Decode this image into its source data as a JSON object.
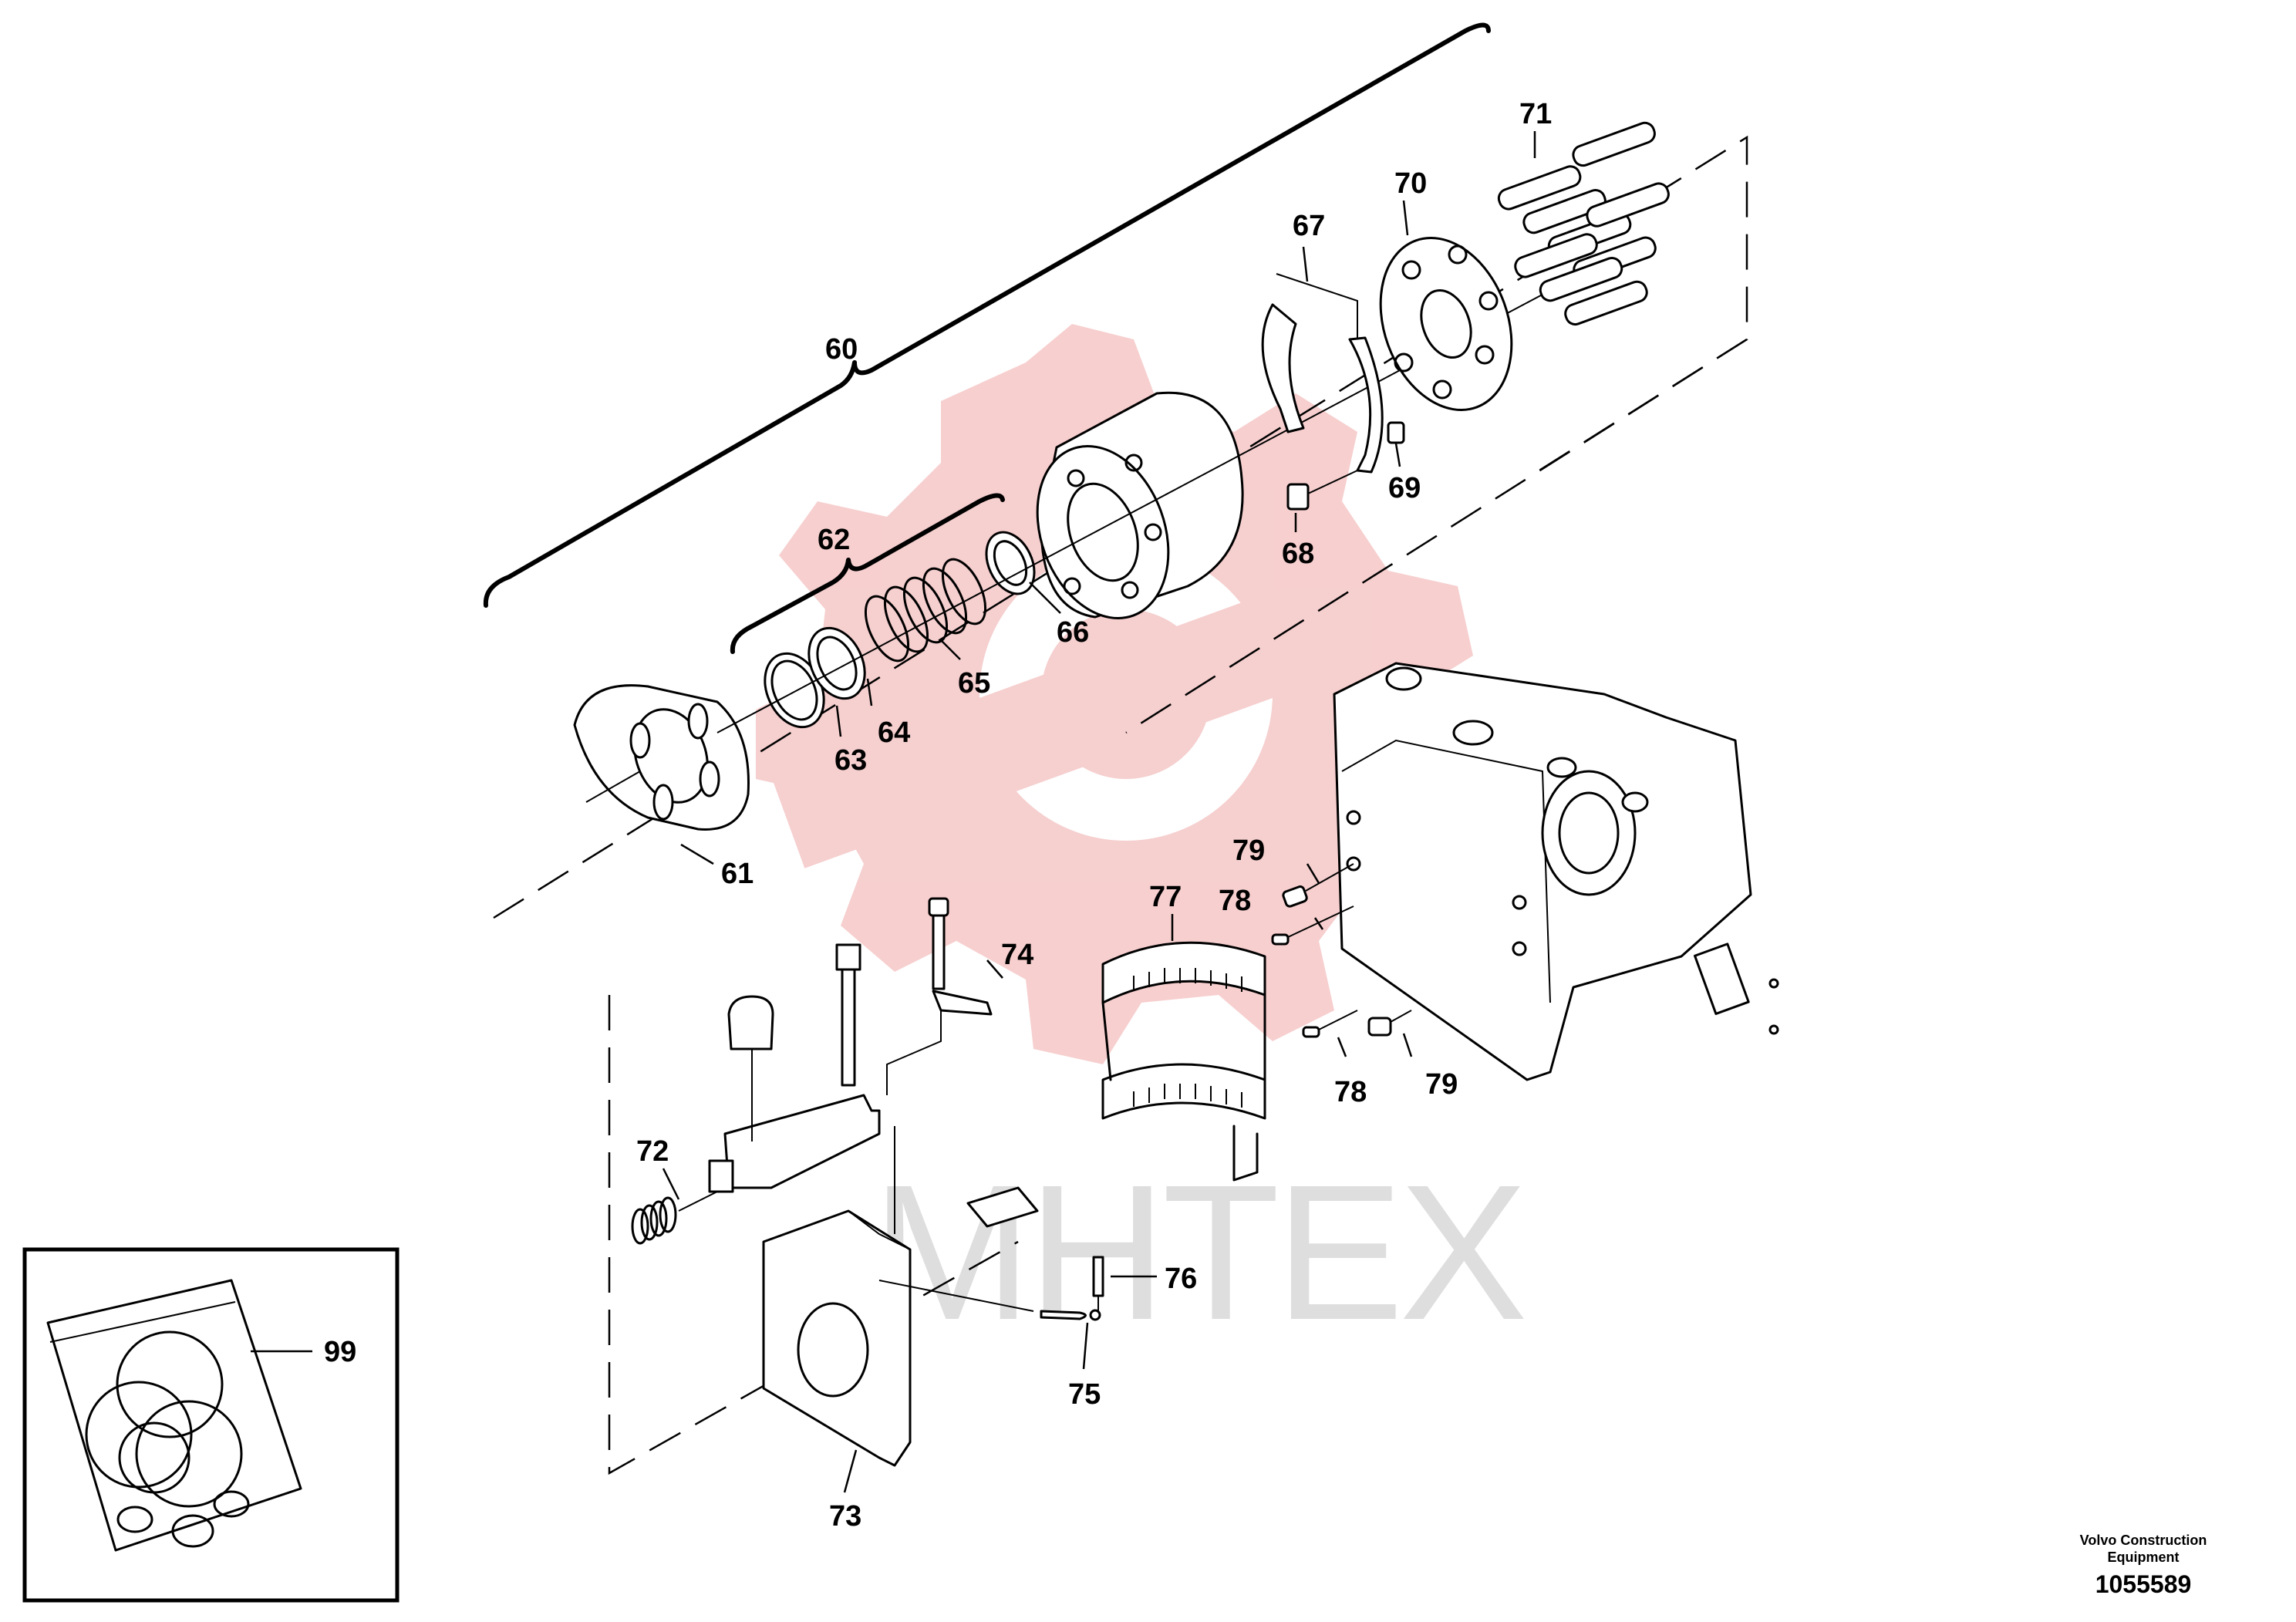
{
  "callouts": {
    "c60": "60",
    "c61": "61",
    "c62": "62",
    "c63": "63",
    "c64": "64",
    "c65": "65",
    "c66": "66",
    "c67": "67",
    "c68": "68",
    "c69": "69",
    "c70": "70",
    "c71": "71",
    "c72": "72",
    "c73": "73",
    "c74": "74",
    "c75": "75",
    "c76": "76",
    "c77": "77",
    "c78a": "78",
    "c78b": "78",
    "c79a": "79",
    "c79b": "79",
    "c99": "99"
  },
  "watermark": {
    "text": "MHTEX",
    "gear_color": "#f4c2c2",
    "text_color": "#dcdcdc"
  },
  "footer": {
    "brand_line1": "Volvo Construction",
    "brand_line2": "Equipment",
    "doc_number": "1055589"
  }
}
